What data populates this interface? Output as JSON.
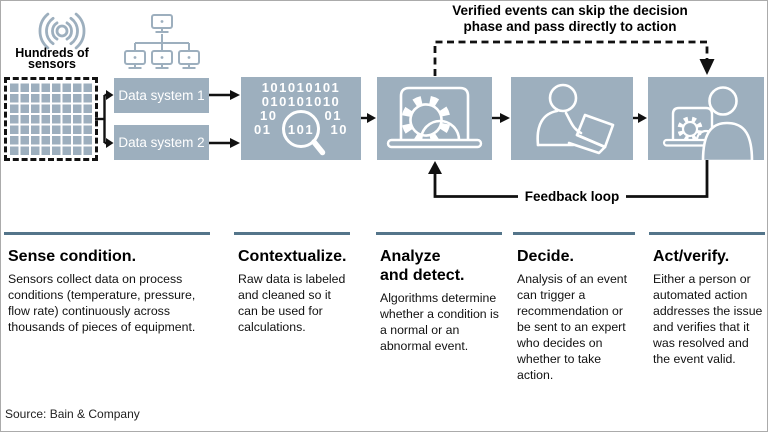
{
  "colors": {
    "box_fill": "#9dafbe",
    "column_rule": "#54758a",
    "connector_line": "#111111",
    "icon_stroke_on_box": "#ffffff"
  },
  "top_flow": {
    "sensors_caption_lines": [
      "Hundreds of",
      "sensors"
    ],
    "data_system_boxes": [
      "Data system 1",
      "Data system 2"
    ],
    "skip_annotation": "Verified events can skip the decision phase and pass directly to action",
    "feedback_label": "Feedback loop",
    "binary_icon_text": {
      "row1": "101010101",
      "row2": "010101010",
      "row3_left": "10",
      "row3_right": "01",
      "row4_left": "01",
      "row4_magnified": "101",
      "row4_right": "10"
    }
  },
  "columns": [
    {
      "title_lines": [
        "Sense condition."
      ],
      "body": "Sensors collect data on process conditions (temperature, pressure, flow rate) continuously across thousands of pieces of equipment."
    },
    {
      "title_lines": [
        "Contextualize."
      ],
      "body": "Raw data is labeled and cleaned so it can be used for calculations."
    },
    {
      "title_lines": [
        "Analyze",
        "and detect."
      ],
      "body": "Algorithms determine whether a condition is a normal or an abnormal event."
    },
    {
      "title_lines": [
        "Decide."
      ],
      "body": "Analysis of an event can trigger a recommendation or be sent to an expert who decides on whether to take action."
    },
    {
      "title_lines": [
        "Act/verify."
      ],
      "body": "Either a person or automated action addresses the issue and verifies that it was resolved and the event valid."
    }
  ],
  "source": "Source: Bain & Company"
}
